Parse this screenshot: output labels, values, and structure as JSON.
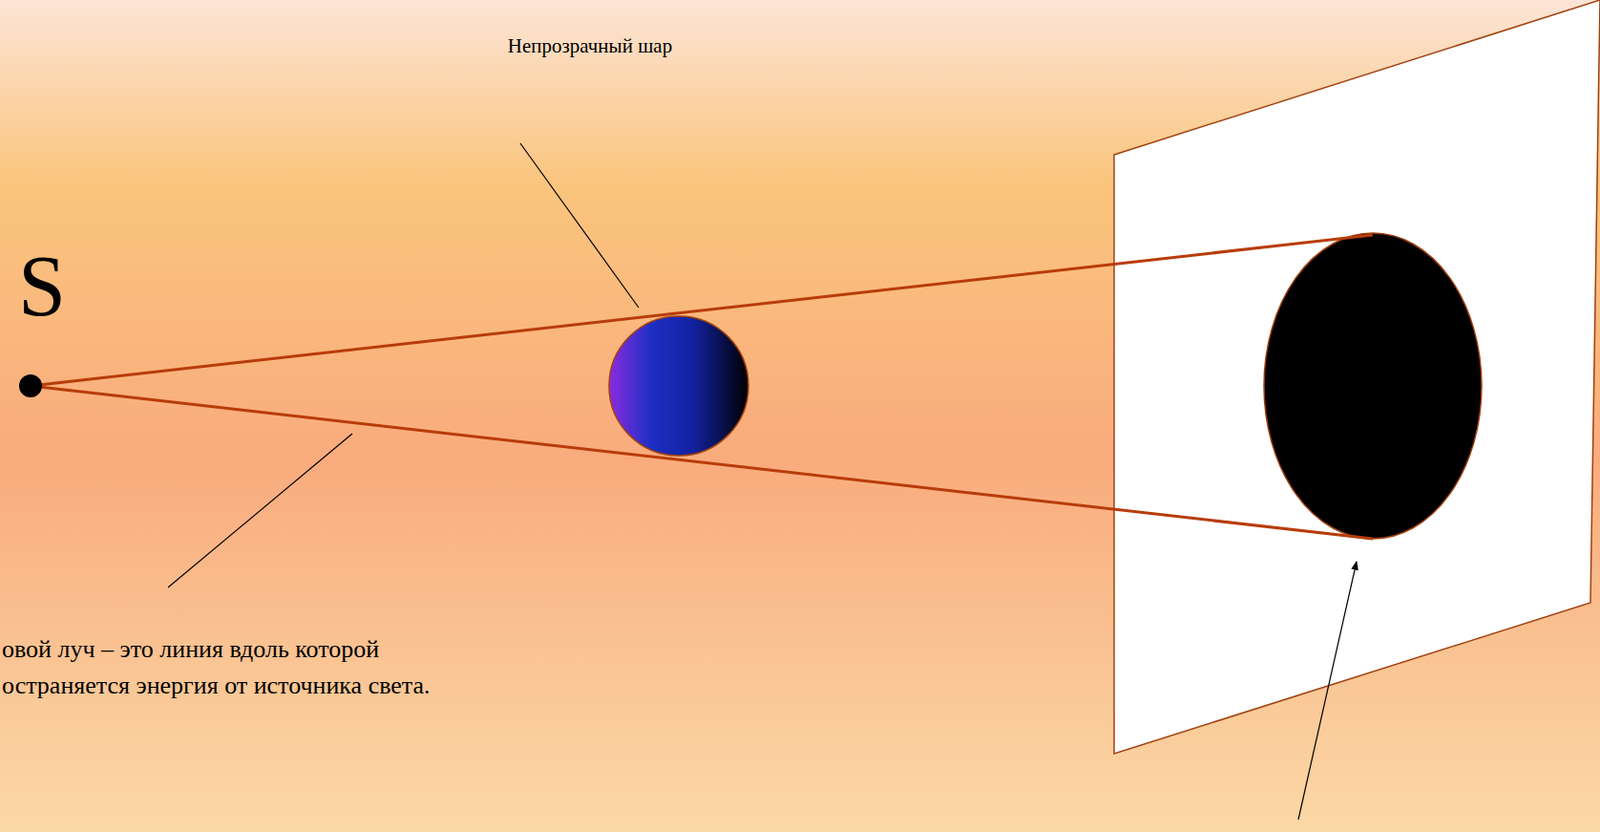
{
  "diagram": {
    "labels": [
      "Непрозрачный шар",
      "S",
      "овой луч – это линия вдоль которой",
      "остраняется энергия от источника света."
    ]
  }
}
